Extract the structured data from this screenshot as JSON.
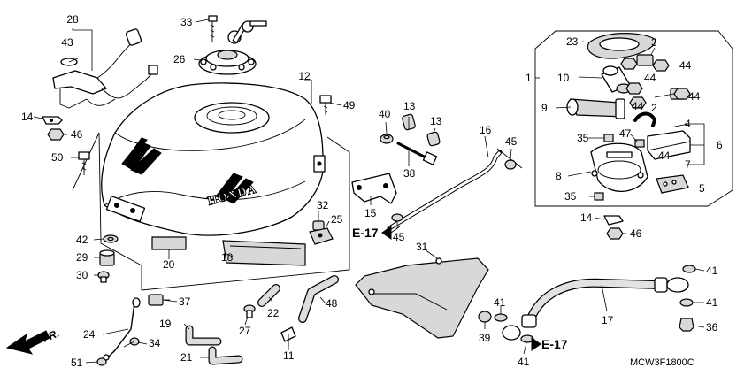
{
  "diagram": {
    "part_code": "MCW3F1800C",
    "section_ref": "E-17",
    "front_marker": "FR.",
    "tank_brand": "HONDA",
    "callouts": {
      "c1": "1",
      "c2": "2",
      "c3": "3",
      "c4": "4",
      "c5": "5",
      "c6": "6",
      "c7": "7",
      "c8": "8",
      "c9": "9",
      "c10": "10",
      "c11": "11",
      "c12": "12",
      "c13a": "13",
      "c13b": "13",
      "c14a": "14",
      "c14b": "14",
      "c15": "15",
      "c16": "16",
      "c17": "17",
      "c18": "18",
      "c19": "19",
      "c20": "20",
      "c21": "21",
      "c22": "22",
      "c23": "23",
      "c24": "24",
      "c25": "25",
      "c26": "26",
      "c27": "27",
      "c28": "28",
      "c29": "29",
      "c30": "30",
      "c31": "31",
      "c32": "32",
      "c33": "33",
      "c34": "34",
      "c35a": "35",
      "c35b": "35",
      "c36": "36",
      "c37": "37",
      "c38": "38",
      "c39": "39",
      "c40": "40",
      "c41a": "41",
      "c41b": "41",
      "c41c": "41",
      "c41d": "41",
      "c42": "42",
      "c43": "43",
      "c44a": "44",
      "c44b": "44",
      "c44c": "44",
      "c44d": "44",
      "c44e": "44",
      "c45a": "45",
      "c45b": "45",
      "c46a": "46",
      "c46b": "46",
      "c47": "47",
      "c48": "48",
      "c49": "49",
      "c50": "50",
      "c51": "51"
    }
  }
}
